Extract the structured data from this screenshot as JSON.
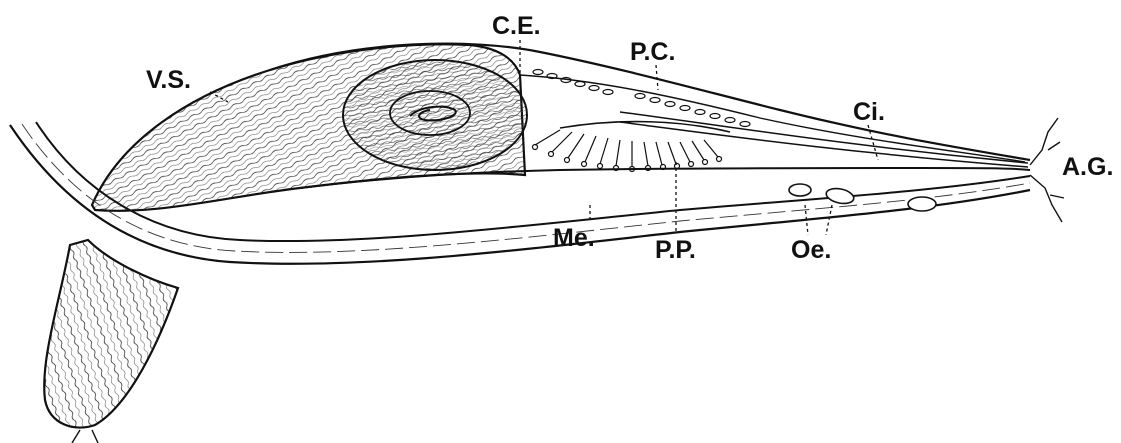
{
  "diagram": {
    "colors": {
      "ink": "#111111",
      "paper": "#ffffff"
    },
    "labels": {
      "vs": "V.S.",
      "ce": "C.E.",
      "pc": "P.C.",
      "ci": "Ci.",
      "ag": "A.G.",
      "me": "Me.",
      "pp": "P.P.",
      "oe": "Oe."
    }
  }
}
